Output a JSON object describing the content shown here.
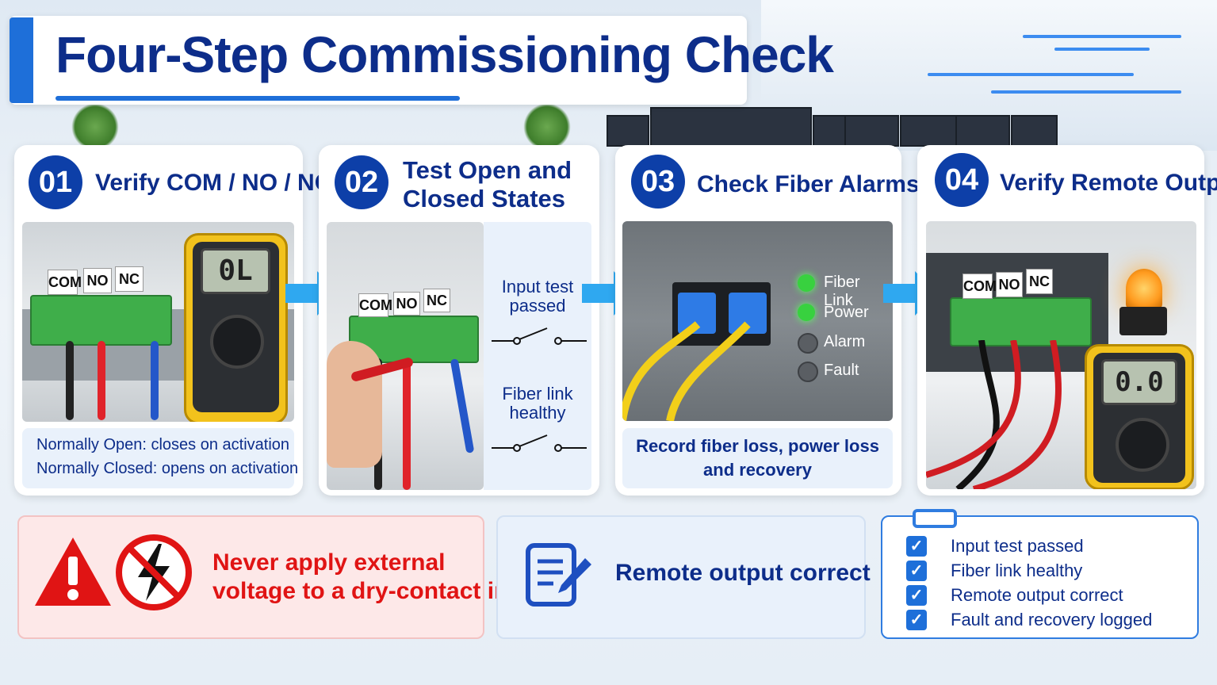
{
  "header": {
    "title": "Four-Step Commissioning Check"
  },
  "steps": [
    {
      "number": "01",
      "title": "Verify COM / NO / NC",
      "terminal_labels": [
        "COM",
        "NO",
        "NC"
      ],
      "meter_reading": "0L",
      "caption_lines": [
        "Normally Open: closes on activation",
        "Normally Closed: opens on activation"
      ]
    },
    {
      "number": "02",
      "title_lines": [
        "Test Open and",
        "Closed States"
      ],
      "terminal_labels": [
        "COM",
        "NO",
        "NC"
      ],
      "side_labels": [
        {
          "lines": [
            "Input test",
            "passed"
          ]
        },
        {
          "lines": [
            "Fiber link",
            "healthy"
          ]
        }
      ]
    },
    {
      "number": "03",
      "title": "Check Fiber Alarms",
      "leds": [
        {
          "label": "Fiber Link",
          "state": "on",
          "color": "#38d13f"
        },
        {
          "label": "Power",
          "state": "on",
          "color": "#38d13f"
        },
        {
          "label": "Alarm",
          "state": "off",
          "color": "#5a5e63"
        },
        {
          "label": "Fault",
          "state": "off",
          "color": "#5a5e63"
        }
      ],
      "caption_lines": [
        "Record fiber loss, power loss",
        "and recovery"
      ]
    },
    {
      "number": "04",
      "title": "Verify Remote Output",
      "terminal_labels": [
        "COM",
        "NO",
        "NC"
      ],
      "meter_reading": "0.0"
    }
  ],
  "warning": {
    "lines": [
      "Never apply external",
      "voltage to a dry-contact input"
    ],
    "icons": [
      "warning-triangle-icon",
      "no-voltage-icon"
    ]
  },
  "status": {
    "text": "Remote output correct",
    "icon": "checklist-pen-icon"
  },
  "checklist": {
    "items": [
      "Input test passed",
      "Fiber link healthy",
      "Remote output correct",
      "Fault and recovery logged"
    ]
  },
  "colors": {
    "primary": "#0d2d8a",
    "accent": "#1e6fd9",
    "warning": "#e01414",
    "arrow": "#2fa8f0"
  }
}
